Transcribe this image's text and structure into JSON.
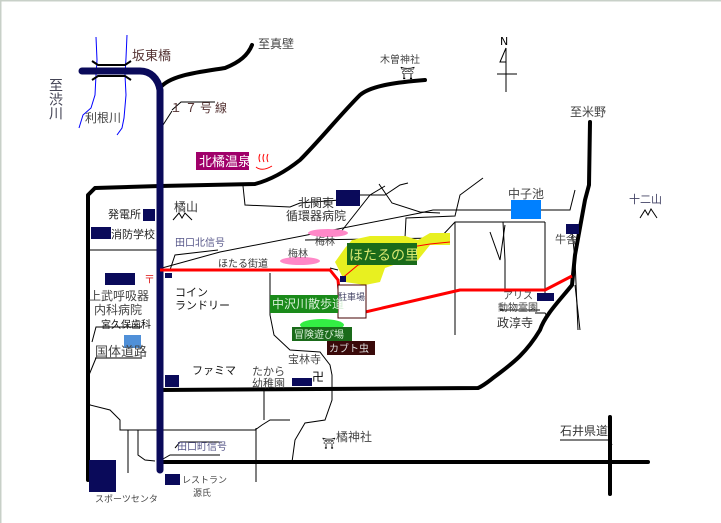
{
  "map": {
    "directions": {
      "shibukawa": "至渋川",
      "makabe": "至真壁",
      "meno": "至米野",
      "north": "N"
    },
    "roads": {
      "route17": "１７号線",
      "hotaru_kaido": "ほたる街道",
      "kokutai": "国体道路",
      "ishii": "石井県道"
    },
    "signals": {
      "taguchi_kita": "田口北信号",
      "taguchi_machi": "田口町信号"
    },
    "water": {
      "tone_river": "利根川",
      "bando_bridge": "坂東橋",
      "nakago_pond": "中子池"
    },
    "places": {
      "kitatachibana_onsen": "北橘温泉",
      "hospital_l1": "北関東",
      "hospital_l2": "循環器病院",
      "tachibanayama": "橘山",
      "power_station": "発電所",
      "fire_school": "消防学校",
      "hotaru_no_sato": "ほたるの里",
      "plum1": "梅林",
      "plum2": "梅林",
      "parking": "駐車場",
      "nakazawa_walk": "中沢川散歩道",
      "adventure": "冒険遊び場",
      "kabuto": "カブト虫",
      "horinji": "宝林寺",
      "kindergarten_l1": "たから",
      "kindergarten_l2": "幼稚園",
      "famima": "ファミマ",
      "coin_l1": "コイン",
      "coin_l2": "ランドリー",
      "post": "〒",
      "jobu_l1": "上武呼吸器",
      "jobu_l2": "内科病院",
      "dental": "宮久保歯科",
      "sports": "スポーツセンタ",
      "restaurant_l1": "レストラン",
      "restaurant_l2": "源氏",
      "alice_l1": "アリス",
      "alice_l2": "動物霊園",
      "seijunji": "政淳寺",
      "tachibana_shrine": "橘神社",
      "kiso_shrine": "木曽神社",
      "cowshed": "牛舎",
      "juniyama": "十二山"
    },
    "colors": {
      "route17": "#0a0a5a",
      "hotaru_road": "#ff0000",
      "river": "#0000ff",
      "green_box": "#1a6b1a",
      "onsen": "#a0006a",
      "highlight": "#e8f020"
    }
  }
}
